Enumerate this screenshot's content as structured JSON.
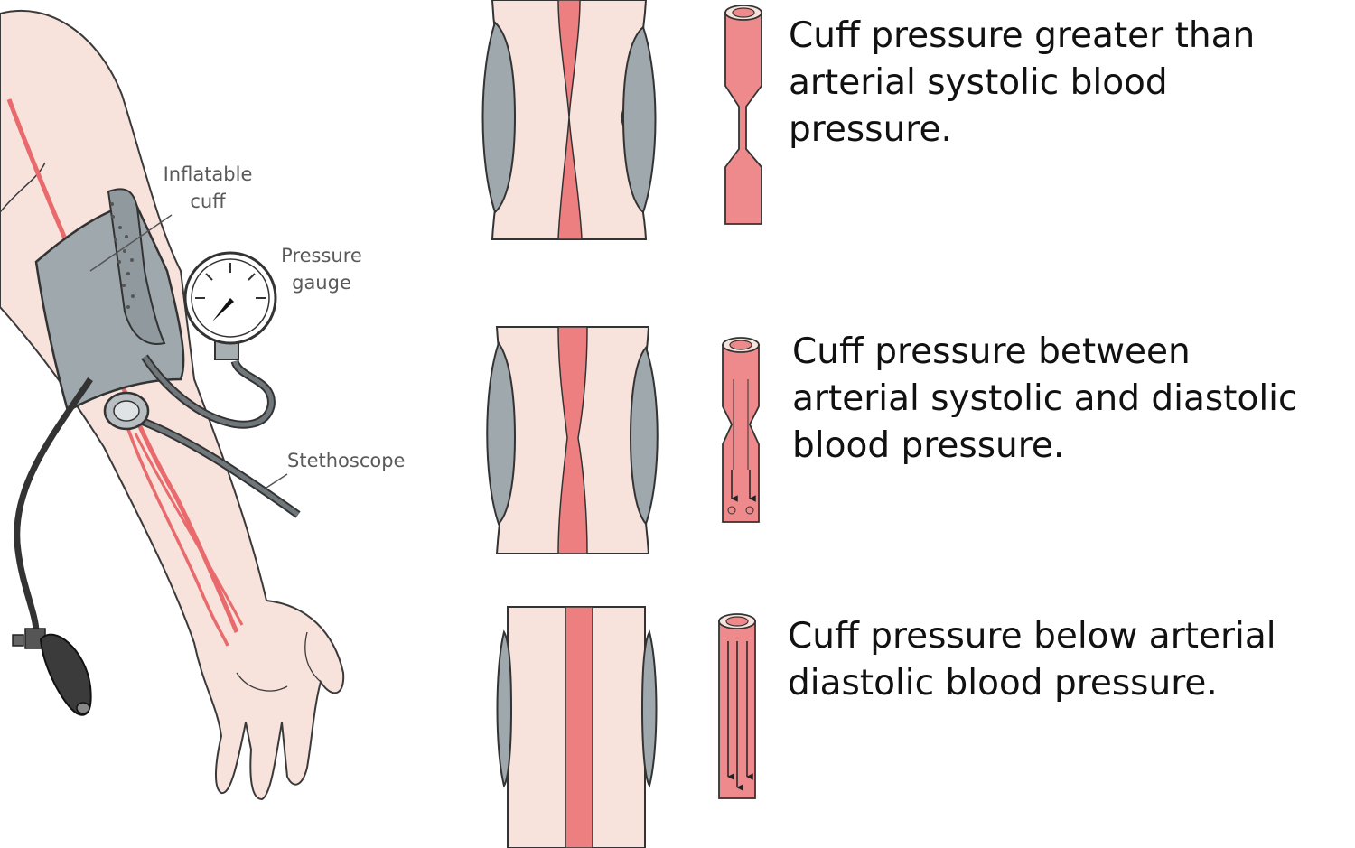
{
  "callouts": {
    "inflatable_cuff": [
      "Inflatable",
      "cuff"
    ],
    "pressure_gauge": [
      "Pressure",
      "gauge"
    ],
    "stethoscope": [
      "Stethoscope"
    ]
  },
  "panels": [
    {
      "caption_lines": [
        "Cuff pressure greater than",
        "arterial systolic blood",
        "pressure."
      ]
    },
    {
      "caption_lines": [
        "Cuff pressure between",
        "arterial systolic and diastolic",
        "blood pressure."
      ]
    },
    {
      "caption_lines": [
        "Cuff pressure below arterial",
        "diastolic blood pressure."
      ]
    }
  ],
  "colors": {
    "skin": "#f7e2dc",
    "artery": "#ee7f80",
    "cuff": "#9fa8ad",
    "outline": "#333333"
  }
}
